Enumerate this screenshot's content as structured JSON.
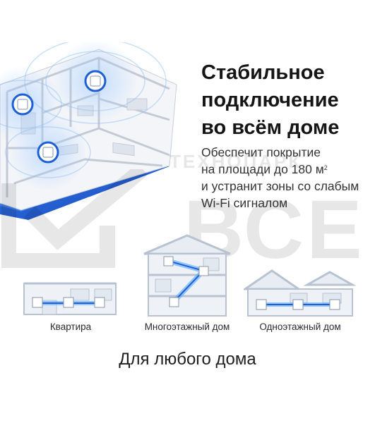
{
  "headline": {
    "line1": "Стабильное",
    "line2": "подключение",
    "line3": "во всём доме"
  },
  "description": {
    "line1": "Обеспечит покрытие",
    "line2_prefix": "на площади до 180 м",
    "line2_sup": "2",
    "line3": "и устранит зоны со слабым",
    "line4": "Wi-Fi сигналом"
  },
  "watermark": {
    "small": "ТЕХНОПАРК",
    "big": "ВСЕ"
  },
  "houses": [
    {
      "label": "Квартира",
      "icon": "apartment-icon"
    },
    {
      "label": "Многоэтажный дом",
      "icon": "multistory-house-icon"
    },
    {
      "label": "Одноэтажный дом",
      "icon": "single-story-house-icon"
    }
  ],
  "footer": {
    "caption": "Для любого дома"
  },
  "colors": {
    "accent": "#1e5fd6",
    "signal_glow": "#58a6ff",
    "outline": "#b8c2d0"
  }
}
